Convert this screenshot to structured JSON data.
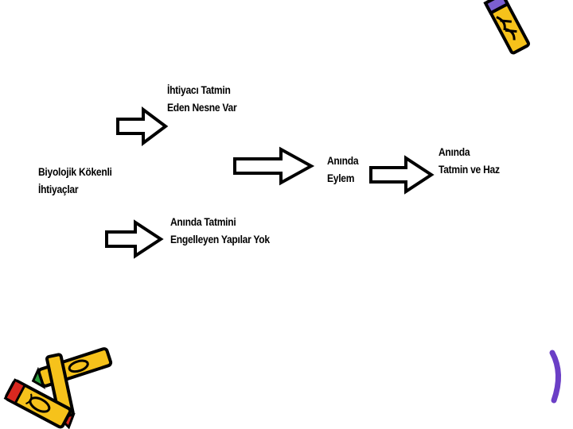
{
  "diagram": {
    "source": {
      "line1": "Biyolojik Kökenli",
      "line2": "İhtiyaçlar"
    },
    "condition_top": {
      "line1": "İhtiyacı Tatmin",
      "line2": "Eden Nesne  Var"
    },
    "condition_bottom": {
      "line1": "Anında Tatmini",
      "line2": "Engelleyen Yapılar Yok"
    },
    "action": {
      "line1": "Anında",
      "line2": "Eylem"
    },
    "result": {
      "line1": "Anında",
      "line2": "Tatmin ve Haz"
    }
  },
  "decorations": {
    "top_right": "pencil-icon",
    "bottom_left": "crayons-icon",
    "bottom_right": "purple-crayon-icon"
  },
  "colors": {
    "text": "#000000",
    "arrow_fill": "#ffffff",
    "arrow_stroke": "#000000",
    "pencil_yellow": "#f6c21b",
    "crayon_red": "#d9281f",
    "crayon_purple": "#6b3fc6"
  }
}
